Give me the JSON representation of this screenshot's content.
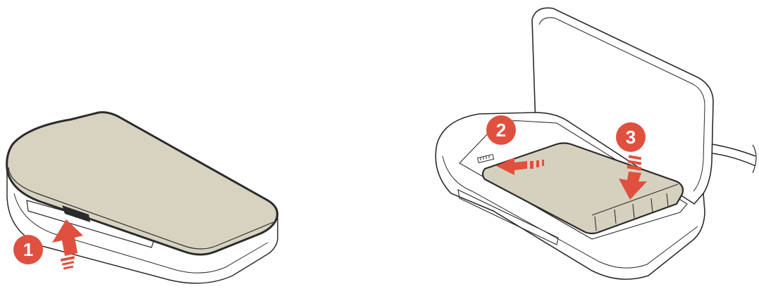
{
  "figure": {
    "panels": [
      {
        "id": "left",
        "depicts": "closed-device-cover-removal"
      },
      {
        "id": "right",
        "depicts": "open-device-battery-insertion"
      }
    ],
    "steps": [
      {
        "number": "1"
      },
      {
        "number": "2"
      },
      {
        "number": "3"
      }
    ],
    "colors": {
      "outline": "#2b2b2b",
      "cover_fill": "#d8d3c1",
      "battery_fill": "#d6d1be",
      "shell_fill": "#ffffff",
      "accent": "#e0503e",
      "badge_text": "#ffffff"
    }
  }
}
